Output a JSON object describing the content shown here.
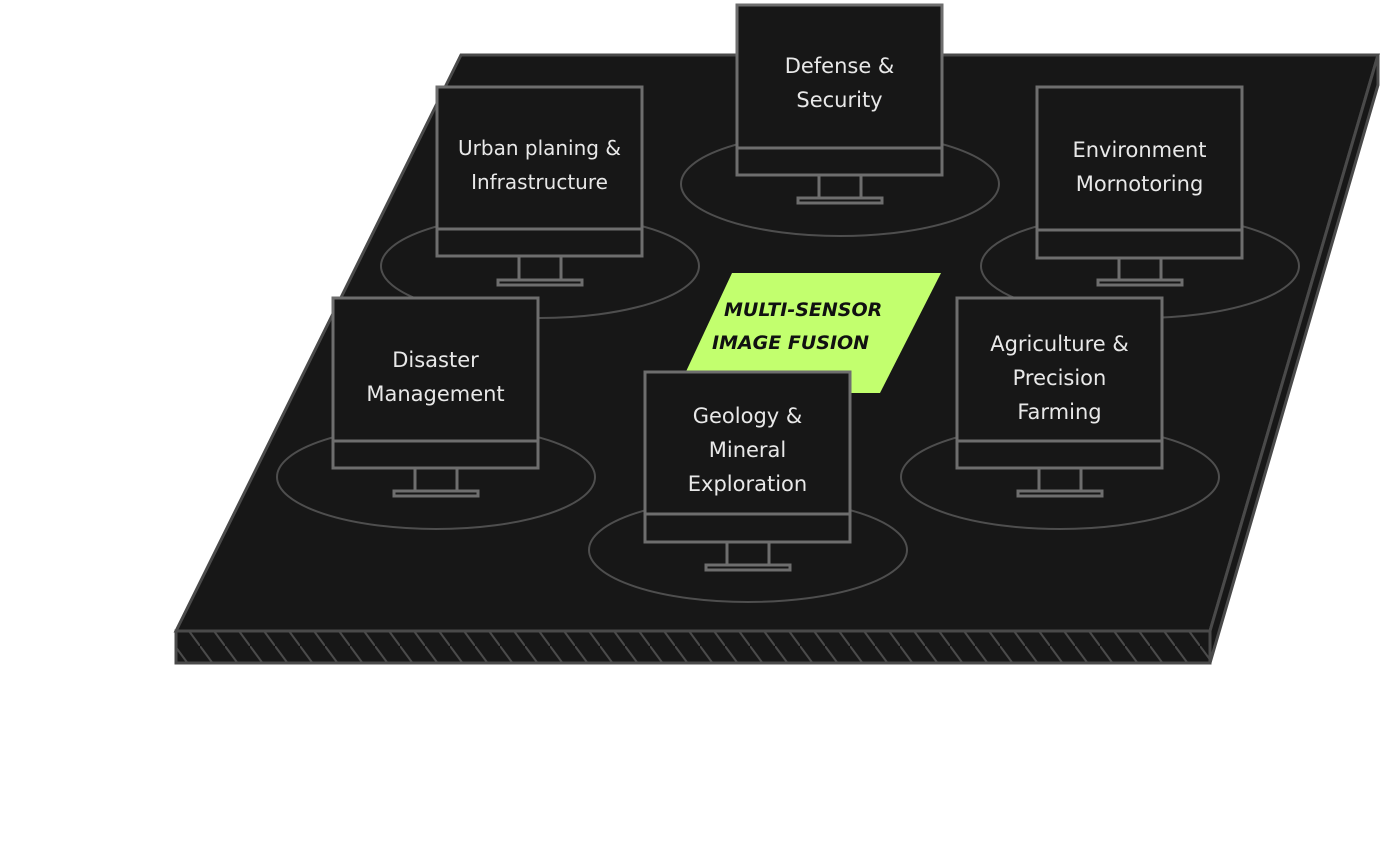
{
  "center": {
    "line1": "MULTI-SENSOR",
    "line2": "IMAGE FUSION",
    "color": "#c2ff6e"
  },
  "applications": [
    {
      "id": "defense",
      "line1": "Defense &",
      "line2": "Security"
    },
    {
      "id": "urban",
      "line1": "Urban planing &",
      "line2": "Infrastructure"
    },
    {
      "id": "environment",
      "line1": "Environment",
      "line2": "Mornotoring"
    },
    {
      "id": "disaster",
      "line1": "Disaster",
      "line2": "Management"
    },
    {
      "id": "geology",
      "line1": "Geology &",
      "line2": "Mineral",
      "line3": "Exploration"
    },
    {
      "id": "agriculture",
      "line1": "Agriculture &",
      "line2": "Precision",
      "line3": "Farming"
    }
  ],
  "colors": {
    "platform": "#171717",
    "outline": "#4a4a4a",
    "monitor_stroke": "#6e6e6e",
    "text": "#e8e8e8",
    "background": "#ffffff"
  }
}
